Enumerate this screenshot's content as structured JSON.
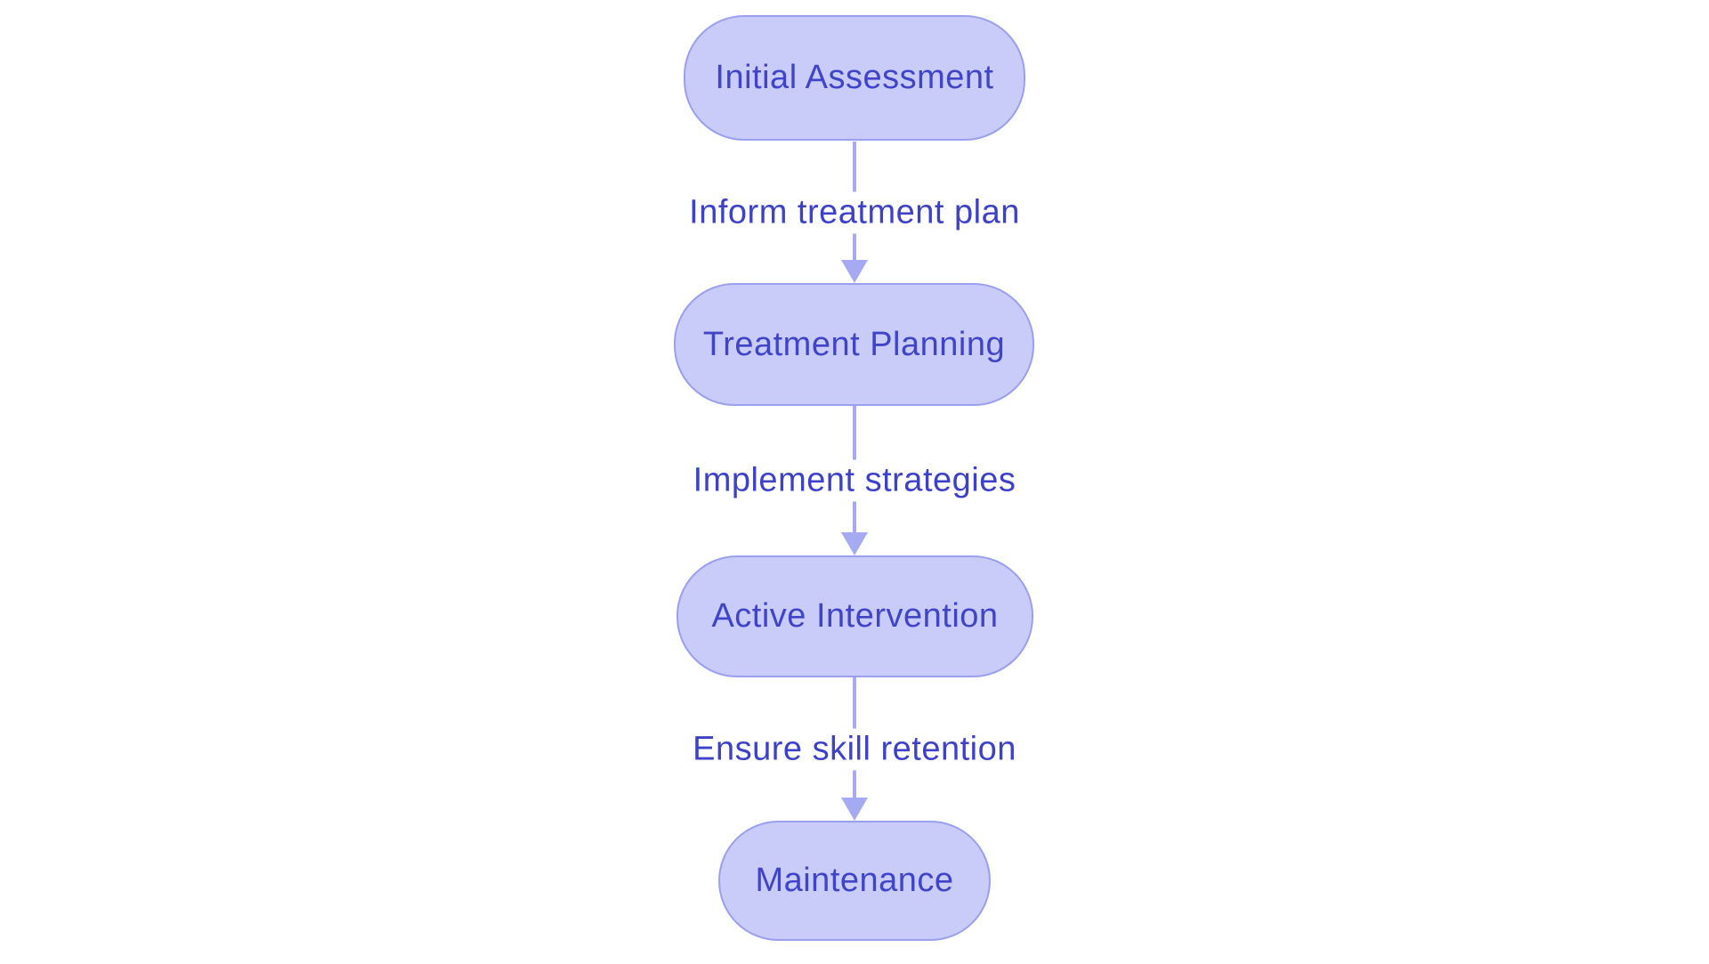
{
  "diagram": {
    "type": "flowchart",
    "direction": "top-down",
    "nodes": [
      {
        "id": "initial-assessment",
        "label": "Initial Assessment"
      },
      {
        "id": "treatment-planning",
        "label": "Treatment Planning"
      },
      {
        "id": "active-intervention",
        "label": "Active Intervention"
      },
      {
        "id": "maintenance",
        "label": "Maintenance"
      }
    ],
    "edges": [
      {
        "from": "initial-assessment",
        "to": "treatment-planning",
        "label": "Inform treatment plan"
      },
      {
        "from": "treatment-planning",
        "to": "active-intervention",
        "label": "Implement strategies"
      },
      {
        "from": "active-intervention",
        "to": "maintenance",
        "label": "Ensure skill retention"
      }
    ],
    "colors": {
      "background": "#ffffff",
      "node_fill": "#c9cbf8",
      "node_border": "#9a9ff0",
      "node_text": "#3f44c8",
      "edge_line": "#a6aaf2",
      "edge_label_text": "#3c41c8"
    }
  }
}
